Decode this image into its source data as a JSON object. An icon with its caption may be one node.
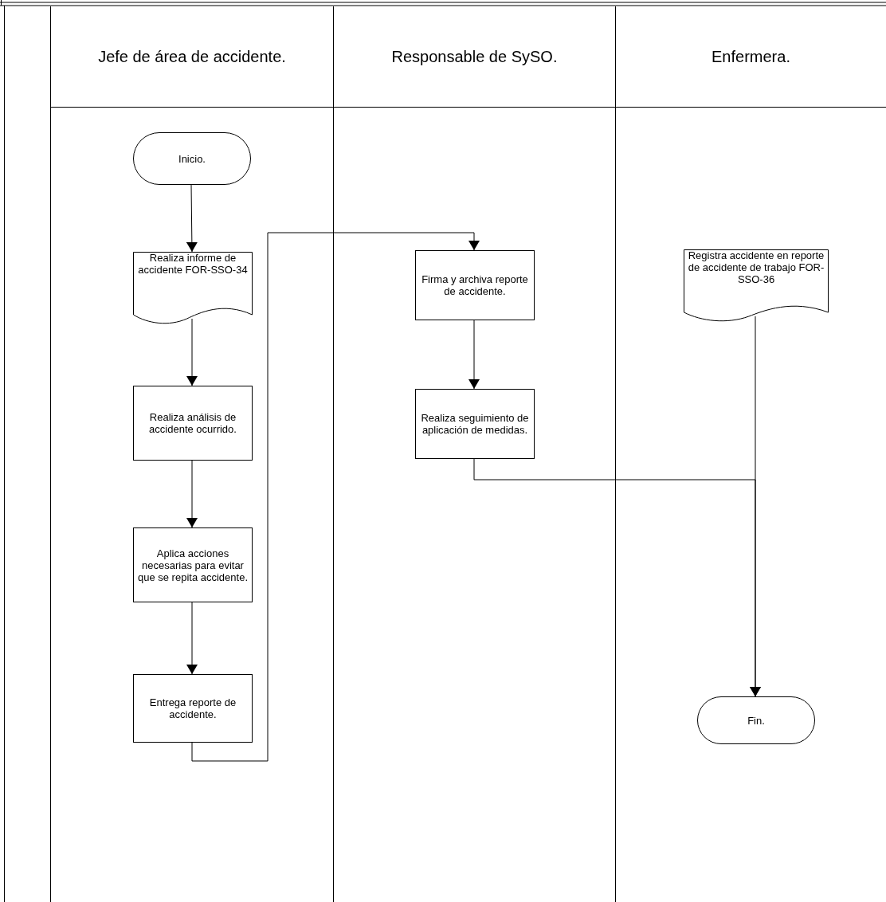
{
  "diagram": {
    "nodes": [
      {
        "text": [
          "Jefe de área de accidente."
        ]
      },
      {
        "text": [
          "Responsable de SySO."
        ]
      },
      {
        "text": [
          "Enfermera."
        ]
      },
      {
        "text": [
          "Inicio."
        ],
        "in": 0
      },
      {
        "text": [
          "Realiza informe de accidente FOR-SSO-34"
        ],
        "in": 0
      },
      {
        "text": [
          "Realiza análisis de accidente ocurrido."
        ],
        "in": 0
      },
      {
        "text": [
          "Aplica acciones necesarias para evitar que se repita accidente."
        ],
        "in": 0
      },
      {
        "text": [
          "Entrega reporte de accidente."
        ],
        "in": 0
      },
      {
        "text": [
          "Firma y archiva reporte de accidente."
        ],
        "in": 1
      },
      {
        "text": [
          "Realiza seguimiento de aplicación de medidas."
        ],
        "in": 1
      },
      {
        "text": [
          "Registra accidente en reporte de accidente de trabajo FOR-SSO-36"
        ],
        "in": 2
      },
      {
        "text": [
          "Fin."
        ],
        "in": 2
      }
    ],
    "edges": [
      {
        "from": 3,
        "to": 4,
        "arrow": "to"
      },
      {
        "from": 4,
        "to": 5,
        "arrow": "to"
      },
      {
        "from": 5,
        "to": 6,
        "arrow": "to"
      },
      {
        "from": 6,
        "to": 7,
        "arrow": "to"
      },
      {
        "from": 7,
        "to": 8,
        "arrow": "to"
      },
      {
        "from": 8,
        "to": 9,
        "arrow": "to"
      },
      {
        "from": 9,
        "to": 11,
        "arrow": "to"
      },
      {
        "from": 10,
        "to": 11,
        "arrow": "to"
      }
    ]
  }
}
